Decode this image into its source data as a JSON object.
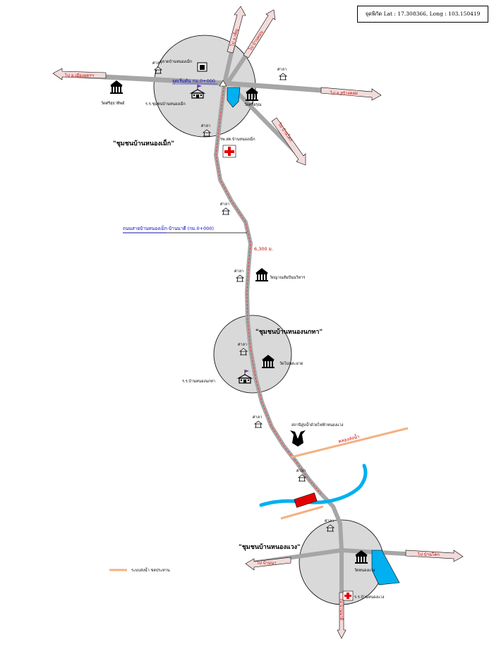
{
  "coordinates": "จุดพิกัด  Lat : 17.308366, Long : 103.150419",
  "communities": {
    "north": "\"ชุมชนบ้านหนองเม็ก\"",
    "middle": "\"ชุมชนบ้านหนองนกทา\"",
    "south": "\"ชุมชนบ้านหนองแวง\""
  },
  "places": {
    "market": "ตลาดบ้านหนองเม็ก",
    "wat_west": "วัดศรีสุธาทิพย์",
    "school_north": "ร.ร.ชุมชนบ้านหนองเม็ก",
    "wat_north": "วัดศรีอรุณ",
    "hospital": "รพ.สต.บ้านหนองเม็ก",
    "temple_mid": "วัดญาณสัมปันนวิหาร",
    "wat_middle": "วัดโนนสะอาด",
    "school_middle": "ร.ร.บ้านหนองนกทา",
    "irrigation": "สถานีสูบน้ำด้วยไฟฟ้าหนองแวง",
    "wat_south": "วัดหนองแวง",
    "school_south": "ร.ร.บ้านหนองแวง"
  },
  "bus_stops": [
    "ศาลา",
    "ศาลา",
    "ศาลา",
    "ศาลา",
    "ศาลา",
    "ศาลา",
    "ศาลา",
    "ศาลา",
    "ศาลา"
  ],
  "annotations": {
    "start_point": "จุดเริ่มต้น กม.0+000",
    "route_name": "ถนนสายบ้านหนองเม็ก-บ้านนาดี (กม.0+000)",
    "distance": "6,300 ม."
  },
  "road_labels": {
    "west": "ไป อ.เมืองอุดรฯ",
    "east": "ไป อ.สร้างคอม",
    "north": "ไป อ.เพ็ญ",
    "ne": "ไป บ้านดอน",
    "se": "ไป บ้านโคก",
    "south_east": "ไป บ้านโคก",
    "south_west": "ไป บ้านนา",
    "south_bottom": "ไป บ้านนาดี",
    "canal": "คลองส่งน้ำ"
  },
  "legend": {
    "canal_label": "ระบบส่งน้ำ ชลประทาน"
  },
  "colors": {
    "road": "#a6a6a6",
    "circle_fill": "#d9d9d9",
    "road_arrow_fill": "#f2dcdb",
    "route_dash": "#ff3333",
    "canal": "#f4b183",
    "water": "#00b0f0",
    "building": "#e60000"
  }
}
